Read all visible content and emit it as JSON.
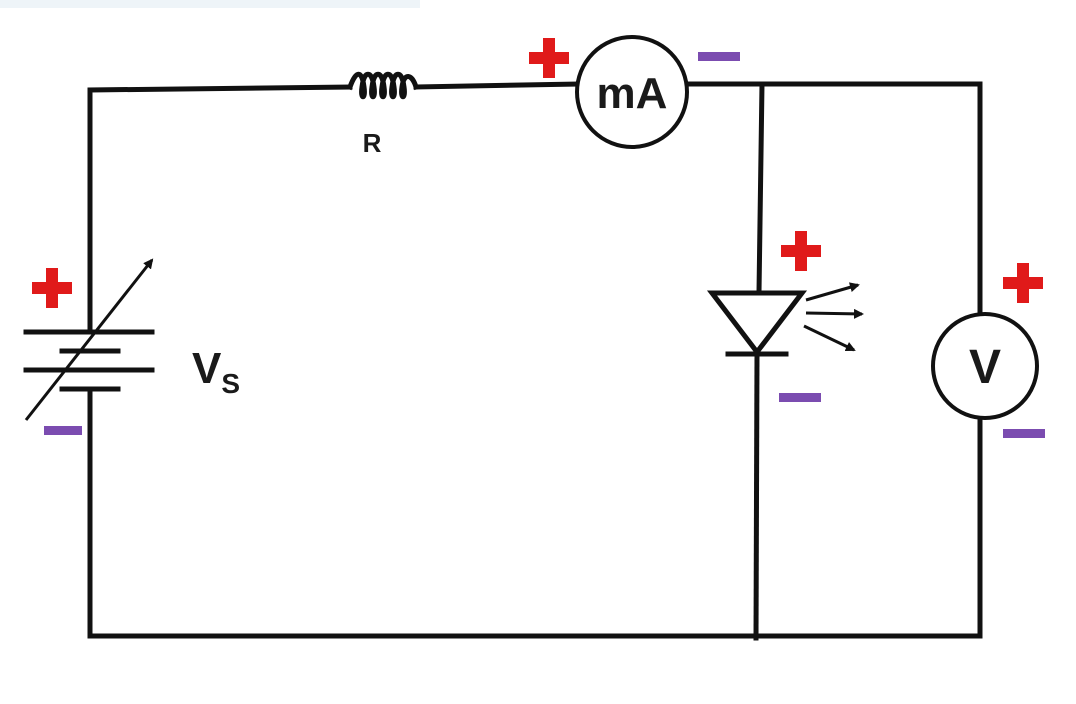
{
  "labels": {
    "resistor": "R",
    "ammeter": "mA",
    "voltmeter": "V",
    "source_main": "V",
    "source_sub": "S"
  },
  "colors": {
    "wire": "#111111",
    "positive": "#e01a1a",
    "negative": "#7b4cb0",
    "background": "#ffffff"
  },
  "polarity": {
    "source": [
      "+",
      "-"
    ],
    "ammeter": [
      "+",
      "-"
    ],
    "led": [
      "+",
      "-"
    ],
    "voltmeter": [
      "+",
      "-"
    ]
  },
  "components": {
    "source": "variable-dc-source",
    "resistor": "resistor",
    "ammeter": "ammeter",
    "led": "light-emitting-diode",
    "voltmeter": "voltmeter"
  }
}
